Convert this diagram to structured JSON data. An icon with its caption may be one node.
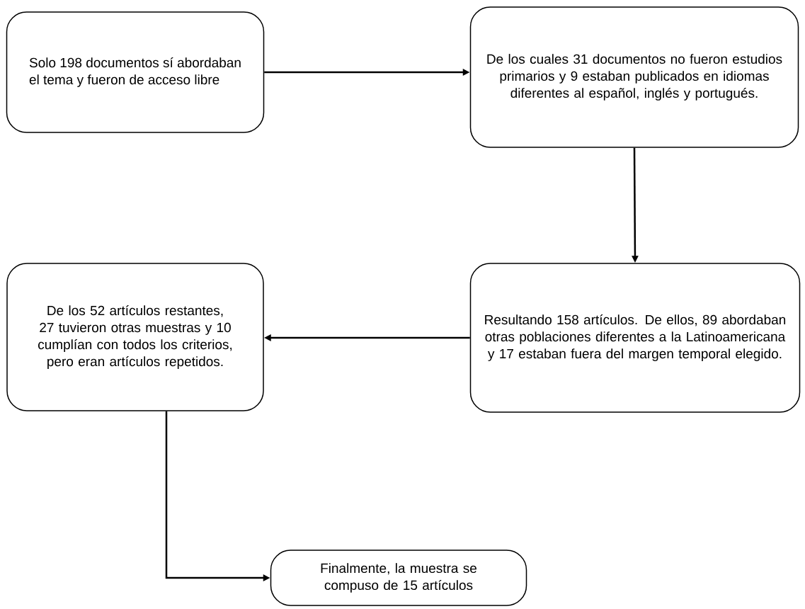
{
  "diagram": {
    "nodes": [
      {
        "text": [
          "Solo 198 documentos sí abordaban el tema y fueron de acceso libre"
        ]
      },
      {
        "text": [
          "De los cuales 31 documentos no fueron estudios primarios y 9 estaban publicados en idiomas diferentes al español, inglés y portugués."
        ]
      },
      {
        "text": [
          "Resultando 158 artículos. De ellos, 89 abordaban otras poblaciones diferentes a la Latinoamericana y 17 estaban fuera del margen temporal elegido."
        ]
      },
      {
        "text": [
          "De los 52 artículos restantes, 27 tuvieron otras muestras y 10 cumplían con todos los criterios, pero eran artículos repetidos."
        ]
      },
      {
        "text": [
          "Finalmente, la muestra se compuso de 15 artículos"
        ]
      }
    ],
    "edges": [
      {
        "from": 0,
        "to": 1,
        "arrow": "to"
      },
      {
        "from": 1,
        "to": 2,
        "arrow": "to"
      },
      {
        "from": 2,
        "to": 3,
        "arrow": "to"
      },
      {
        "from": 3,
        "to": 4,
        "arrow": "to"
      }
    ]
  }
}
